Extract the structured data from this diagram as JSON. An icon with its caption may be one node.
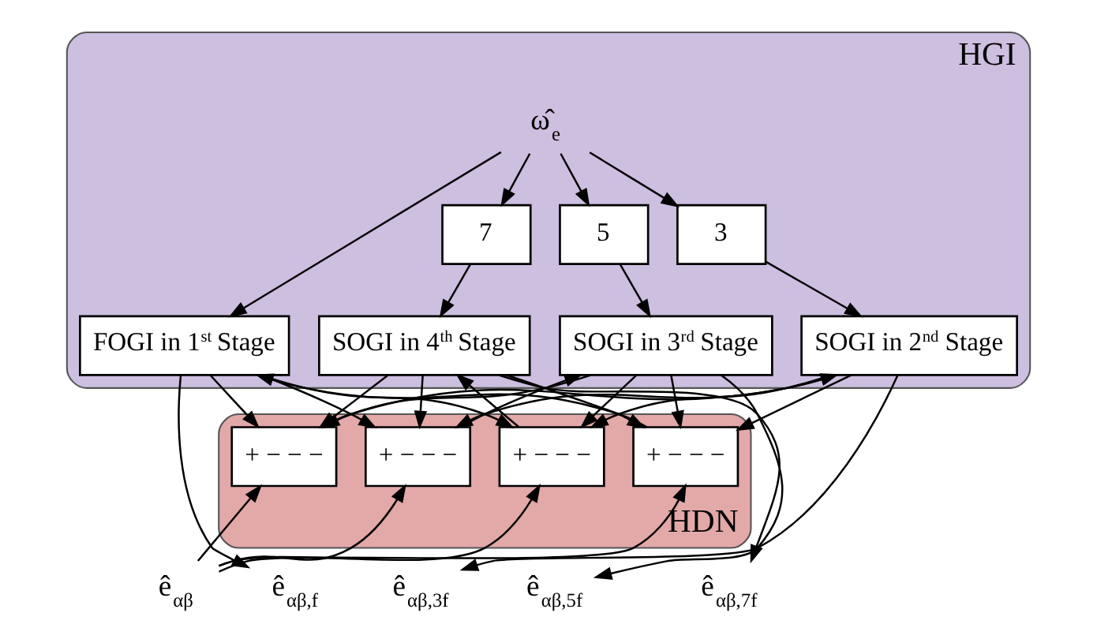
{
  "diagram": {
    "nodes": [
      {
        "text": [
          "HGI"
        ]
      },
      {
        "text": [
          "ω̂$_{e}$"
        ],
        "in": 0
      },
      {
        "text": [
          "3"
        ],
        "in": 0
      },
      {
        "text": [
          "5"
        ],
        "in": 0
      },
      {
        "text": [
          "7"
        ],
        "in": 0
      },
      {
        "text": [
          "FOGI in 1$^{st}$ Stage"
        ],
        "in": 0
      },
      {
        "text": [
          "SOGI in 2$^{nd}$ Stage"
        ],
        "in": 0
      },
      {
        "text": [
          "SOGI in 3$^{rd}$ Stage"
        ],
        "in": 0
      },
      {
        "text": [
          "SOGI in 4$^{th}$ Stage"
        ],
        "in": 0
      },
      {
        "text": [
          "HDN"
        ]
      },
      {
        "text": [
          "+ − − −"
        ],
        "in": 9
      },
      {
        "text": [
          "+ − − −"
        ],
        "in": 9
      },
      {
        "text": [
          "+ − − −"
        ],
        "in": 9
      },
      {
        "text": [
          "+ − − −"
        ],
        "in": 9
      },
      {
        "text": [
          "ê$_{αβ}$"
        ]
      },
      {
        "text": [
          "ê$_{αβ,f}$"
        ]
      },
      {
        "text": [
          "ê$_{αβ,3f}$"
        ]
      },
      {
        "text": [
          "ê$_{αβ,5f}$"
        ]
      },
      {
        "text": [
          "ê$_{αβ,7f}$"
        ]
      }
    ],
    "edges": [
      {
        "from": 1,
        "to": 5,
        "arrow": "to"
      },
      {
        "from": 1,
        "to": 2,
        "arrow": "to"
      },
      {
        "from": 1,
        "to": 3,
        "arrow": "to"
      },
      {
        "from": 1,
        "to": 4,
        "arrow": "to"
      },
      {
        "from": 2,
        "to": 6,
        "arrow": "to"
      },
      {
        "from": 3,
        "to": 7,
        "arrow": "to"
      },
      {
        "from": 4,
        "to": 8,
        "arrow": "to"
      },
      {
        "from": 10,
        "to": 5,
        "arrow": "to"
      },
      {
        "from": 11,
        "to": 6,
        "arrow": "to"
      },
      {
        "from": 12,
        "to": 7,
        "arrow": "to"
      },
      {
        "from": 13,
        "to": 8,
        "arrow": "to"
      },
      {
        "from": 14,
        "to": 10,
        "arrow": "to"
      },
      {
        "from": 14,
        "to": 11,
        "arrow": "to"
      },
      {
        "from": 14,
        "to": 12,
        "arrow": "to"
      },
      {
        "from": 14,
        "to": 13,
        "arrow": "to"
      },
      {
        "from": 5,
        "to": 15,
        "arrow": "to"
      },
      {
        "from": 5,
        "to": 11,
        "arrow": "to"
      },
      {
        "from": 5,
        "to": 12,
        "arrow": "to"
      },
      {
        "from": 5,
        "to": 13,
        "arrow": "to"
      },
      {
        "from": 6,
        "to": 16,
        "arrow": "to"
      },
      {
        "from": 6,
        "to": 10,
        "arrow": "to"
      },
      {
        "from": 6,
        "to": 12,
        "arrow": "to"
      },
      {
        "from": 6,
        "to": 13,
        "arrow": "to"
      },
      {
        "from": 7,
        "to": 17,
        "arrow": "to"
      },
      {
        "from": 7,
        "to": 10,
        "arrow": "to"
      },
      {
        "from": 7,
        "to": 11,
        "arrow": "to"
      },
      {
        "from": 7,
        "to": 13,
        "arrow": "to"
      },
      {
        "from": 8,
        "to": 18,
        "arrow": "to"
      },
      {
        "from": 8,
        "to": 10,
        "arrow": "to"
      },
      {
        "from": 8,
        "to": 11,
        "arrow": "to"
      },
      {
        "from": 8,
        "to": 12,
        "arrow": "to"
      }
    ]
  }
}
